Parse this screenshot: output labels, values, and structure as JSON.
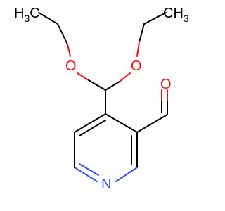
{
  "molecule": {
    "atoms": {
      "methyl_left": {
        "main": "H",
        "sub": "3",
        "tail": "C"
      },
      "methyl_right": {
        "main": "CH",
        "sub": "3"
      },
      "oxygen_left": "O",
      "oxygen_right": "O",
      "oxygen_carbonyl": "O",
      "nitrogen_ring": "N"
    },
    "colors": {
      "carbon_bond": "#000000",
      "oxygen": "#ff0d0d",
      "nitrogen": "#3050f8"
    }
  }
}
